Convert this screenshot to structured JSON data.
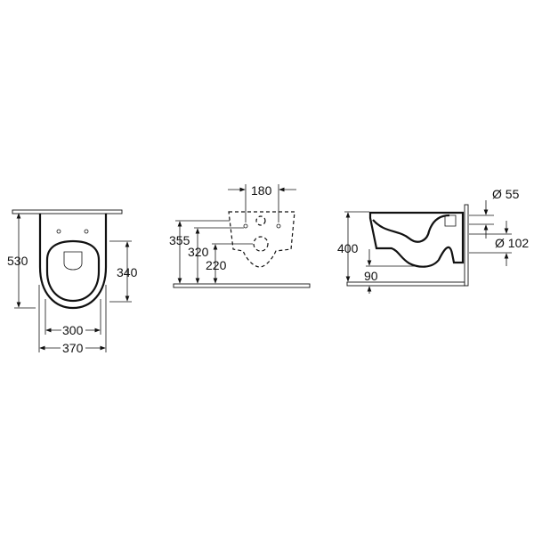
{
  "front_view": {
    "height": "530",
    "seat_height": "340",
    "seat_width": "300",
    "width": "370"
  },
  "rear_view": {
    "fixing_spacing": "180",
    "top_fixing_height": "355",
    "fixing_height": "320",
    "outlet_height": "220"
  },
  "side_view": {
    "height": "400",
    "bowl_depth": "90",
    "inlet_diameter": "Ø 55",
    "outlet_diameter": "Ø 102"
  }
}
